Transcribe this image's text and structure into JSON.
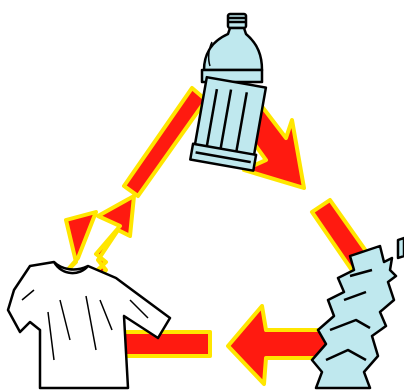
{
  "illustration": {
    "subject": "recycling-cycle",
    "elements": [
      "plastic-bottle",
      "crushed-bottle",
      "t-shirt"
    ],
    "colors": {
      "arrow_fill": "#ff1a10",
      "arrow_outline": "#ffe600",
      "bottle_fill": "#bfe8ee",
      "outline": "#000000",
      "shirt_fill": "#ffffff"
    }
  }
}
